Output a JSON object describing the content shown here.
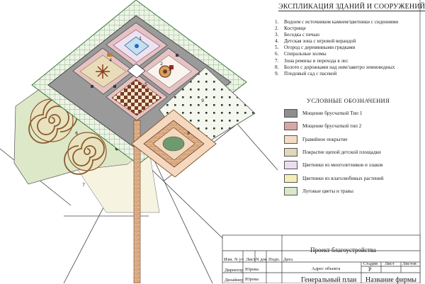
{
  "explication": {
    "title": "ЭКСПЛИКАЦИЯ ЗДАНИЙ И СООРУЖЕНИЙ",
    "items": [
      {
        "num": "1.",
        "text": "Водоем с источником камнем/цветники с сидениями"
      },
      {
        "num": "2.",
        "text": "Кострище"
      },
      {
        "num": "3.",
        "text": "Беседка с печью"
      },
      {
        "num": "4.",
        "text": "Детская зона с игровой верандой"
      },
      {
        "num": "5.",
        "text": "Огород с деревянными грядками"
      },
      {
        "num": "6.",
        "text": "Спиральные холмы"
      },
      {
        "num": "7.",
        "text": "Зона ремизы и перехода в лес"
      },
      {
        "num": "8.",
        "text": "Болото с дорожками над ним/заветро земноводных"
      },
      {
        "num": "9.",
        "text": "Плодовый сад с пасекой"
      }
    ]
  },
  "legend": {
    "title": "УСЛОВНЫЕ ОБОЗНАЧЕНИЯ",
    "items": [
      {
        "label": "Мощение брусчаткой Тип 1",
        "color": "#8e8e8e"
      },
      {
        "label": "Мощение брусчаткой тип 2",
        "color": "#d9a6a6"
      },
      {
        "label": "Гравийное покрытие",
        "color": "#f4dcc4"
      },
      {
        "label": "Покрытие щепой детской площадки",
        "color": "#e2d7b6"
      },
      {
        "label": "Цветники из многолетников и злаков",
        "color": "#ecdcf2"
      },
      {
        "label": "Цветники из влаголюбивых растений",
        "color": "#f6edb6"
      },
      {
        "label": "Луговые цветы и травы",
        "color": "#d9e8c6"
      }
    ]
  },
  "plan_labels": {
    "n1": "1",
    "n2": "2",
    "n3": "3",
    "n4": "4",
    "n5": "5",
    "n6": "6",
    "n7": "7",
    "n8": "8",
    "n9": "9"
  },
  "title_block": {
    "project": "Проект благоустройства",
    "address": "Адрес объекта",
    "sheet_title": "Генеральный план",
    "company": "Название фирмы",
    "stage_header": "Стадия",
    "sheet_header": "Лист",
    "sheets_header": "Листов",
    "stage_value": "Р",
    "col_izm": "Изм.",
    "col_nuch": "N уч",
    "col_list": "Лист",
    "col_ndoc": "N док",
    "col_podp": "Подп.",
    "col_data": "Дата",
    "role_director": "Директор",
    "role_designer": "Дизайнер",
    "name_director": "Юрова",
    "name_designer": "Юрова"
  }
}
